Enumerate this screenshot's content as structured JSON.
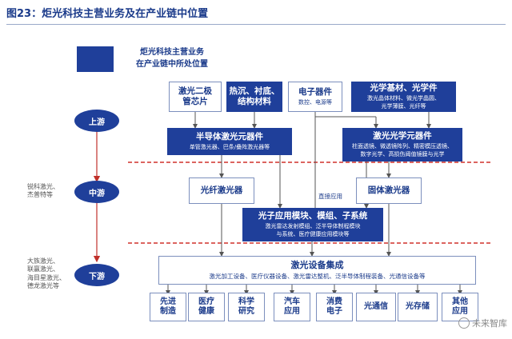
{
  "title": "图23：炬光科技主营业务及在产业链中位置",
  "legend": {
    "line1": "炬光科技主营业务",
    "line2": "在产业链中所处位置"
  },
  "stages": {
    "up": "上游",
    "mid": "中游",
    "down": "下游"
  },
  "side_labels": {
    "mid": [
      "锐科激光、",
      "杰普特等"
    ],
    "down": [
      "大族激光、",
      "联赢激光、",
      "海目星激光、",
      "德龙激光等"
    ]
  },
  "upstream": {
    "chip": {
      "l1": "激光二极",
      "l2": "管芯片"
    },
    "heat": {
      "l1": "热沉、衬底、",
      "l2": "结构材料"
    },
    "elec": {
      "title": "电子器件",
      "sub": "数控、电源等"
    },
    "optical_base": {
      "title": "光学基材、光学件",
      "sub1": "激光晶体材料、微光学晶圆、",
      "sub2": "光学薄膜、光纤等"
    },
    "semi": {
      "title": "半导体激光元器件",
      "sub": "单管激光器、巴条/叠阵激光器等"
    },
    "laser_optics": {
      "title": "激光光学元器件",
      "sub1": "柱面透镜、微透镜阵列、精密模压透镜、",
      "sub2": "数字光学、高损伤阈值镜膜与光学"
    }
  },
  "midstream": {
    "fiber": "光纤激光器",
    "solid": "固体激光器",
    "direct": "直接应用",
    "photon": {
      "title": "光子应用模块、模组、子系统",
      "sub1": "激光雷达发射模组、泛半导体制程模块",
      "sub2": "与系统、医疗健康应用模块等"
    }
  },
  "downstream": {
    "integration": {
      "title": "激光设备集成",
      "sub": "激光加工设备、医疗仪器设备、激光雷达整机、泛半导体制程装备、光通信设备等"
    },
    "apps": [
      {
        "l1": "先进",
        "l2": "制造"
      },
      {
        "l1": "医疗",
        "l2": "健康"
      },
      {
        "l1": "科学",
        "l2": "研究"
      },
      {
        "l1": "汽车",
        "l2": "应用"
      },
      {
        "l1": "消费",
        "l2": "电子"
      },
      {
        "l1": "光通信",
        "l2": ""
      },
      {
        "l1": "光存储",
        "l2": ""
      },
      {
        "l1": "其他",
        "l2": "应用"
      }
    ]
  },
  "watermark": "未来智库",
  "colors": {
    "dark_box": "#1f3f9a",
    "title": "#1a3a8a",
    "divider": "#d0302a",
    "arrow_stage": "#c0302a"
  }
}
